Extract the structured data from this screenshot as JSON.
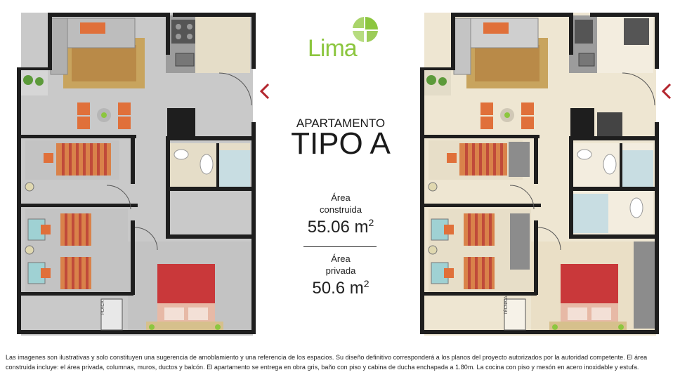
{
  "brand": {
    "name": "Lima",
    "color": "#8cc63f"
  },
  "apartment": {
    "kicker": "APARTAMENTO",
    "title": "TIPO A"
  },
  "areas": {
    "built_label_1": "Área",
    "built_label_2": "construida",
    "built_value": "55.06 m",
    "built_unit_exp": "2",
    "private_label_1": "Área",
    "private_label_2": "privada",
    "private_value": "50.6 m",
    "private_unit_exp": "2"
  },
  "plans": {
    "placa_label_1": "PLACA",
    "placa_label_2": "TÉCNICA"
  },
  "disclaimer": "Las imagenes son ilustrativas y solo constituyen una sugerencia de amoblamiento y una referencia de los espacios. Su diseño definitivo corresponderá a los planos del proyecto autorizados por la autoridad competente. El área construida incluye: el área privada, columnas, muros, ductos y balcón. El apartamento se entrega en obra gris, baño con piso y cabina de ducha enchapada a 1.80m. La cocina con piso y mesón en acero inoxidable y estufa.",
  "colors": {
    "wall": "#1e1e1e",
    "floor_gray": "#c9c9c9",
    "floor_beige": "#eee6d2",
    "rug": "#c8a45e",
    "bed_red": "#c9383a",
    "stripe_orange": "#e0703a",
    "accent_arrow": "#b3262e"
  }
}
